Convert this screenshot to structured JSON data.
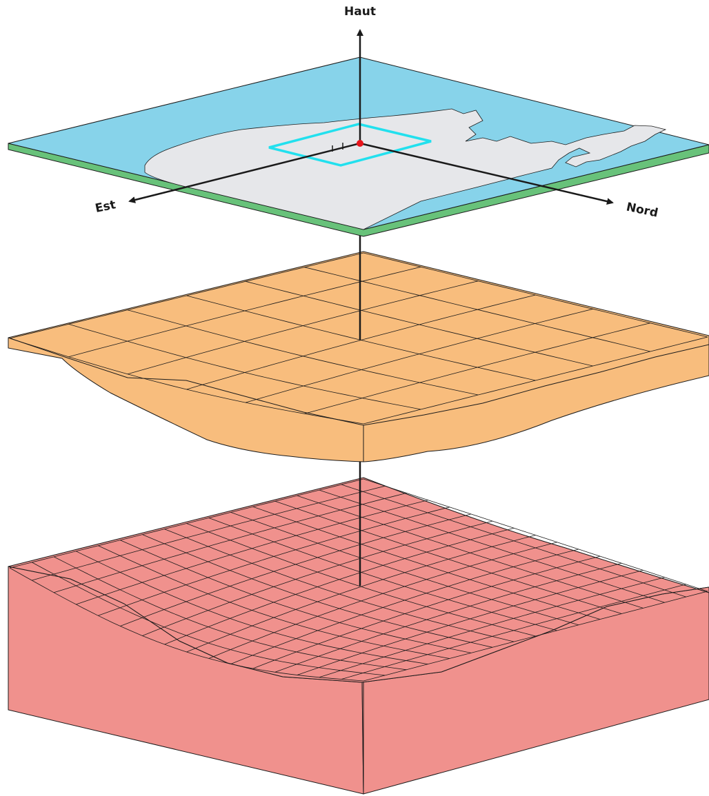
{
  "axes": {
    "up_label": "Haut",
    "east_label": "Est",
    "north_label": "Nord"
  },
  "colors": {
    "sea": "#87d3ea",
    "land": "#e6e7ea",
    "map_edge": "#68c27a",
    "middle_layer": "#f8bd7d",
    "bottom_layer": "#f0918d",
    "selection": "#22e0ee",
    "origin": "#e8141b",
    "line": "#1a1a1a"
  }
}
